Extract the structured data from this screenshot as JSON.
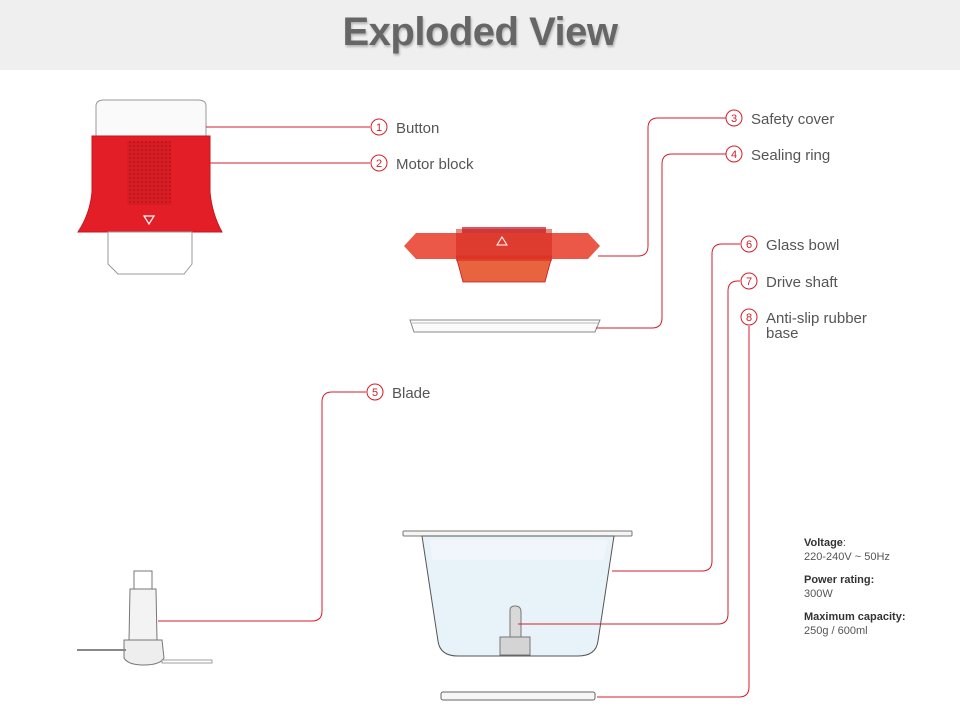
{
  "title": "Exploded View",
  "parts": [
    {
      "num": "1",
      "label": "Button"
    },
    {
      "num": "2",
      "label": "Motor block"
    },
    {
      "num": "3",
      "label": "Safety cover"
    },
    {
      "num": "4",
      "label": "Sealing ring"
    },
    {
      "num": "5",
      "label": "Blade"
    },
    {
      "num": "6",
      "label": "Glass bowl"
    },
    {
      "num": "7",
      "label": "Drive shaft"
    },
    {
      "num": "8",
      "label": "Anti-slip rubber",
      "label_line2": "base"
    }
  ],
  "specs": {
    "voltage_label": "Voltage",
    "voltage_suffix": ":",
    "voltage_value": "220-240V ~ 50Hz",
    "power_label": "Power rating:",
    "power_value": "300W",
    "capacity_label": "Maximum capacity:",
    "capacity_value": "250g / 600ml"
  },
  "colors": {
    "accent": "#d31e2a",
    "motor_red": "#e41e26",
    "cover_red": "#e8412f",
    "header_bg": "#efefef"
  }
}
